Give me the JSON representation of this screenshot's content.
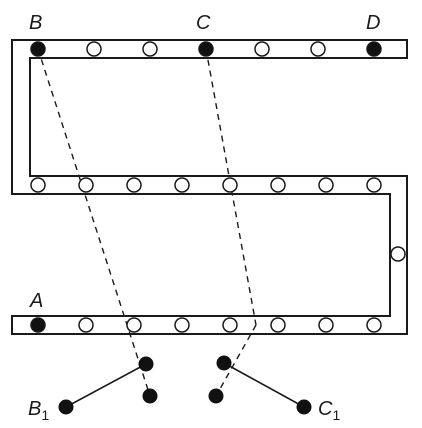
{
  "labels": {
    "A": "A",
    "B": "B",
    "C": "C",
    "D": "D",
    "B1": "B",
    "B1_sub": "1",
    "C1": "C",
    "C1_sub": "1"
  },
  "colors": {
    "stroke": "#1a1a1a",
    "filled": "#111111",
    "hollow": "#ffffff",
    "background": "#ffffff"
  }
}
